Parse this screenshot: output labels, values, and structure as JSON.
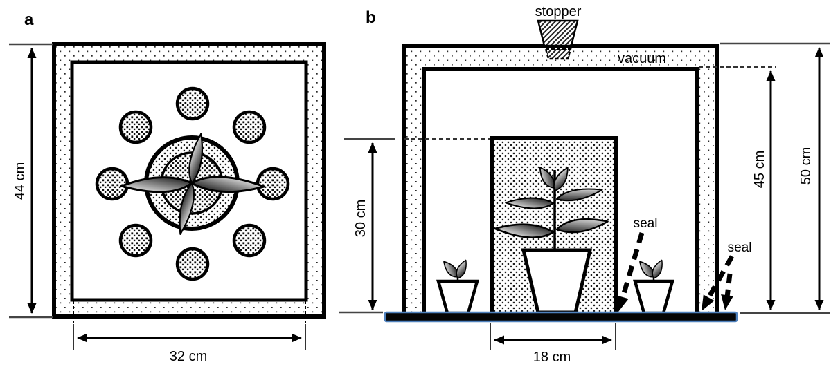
{
  "panel_a": {
    "label": "a",
    "dim_height": "44 cm",
    "dim_width": "32 cm"
  },
  "panel_b": {
    "label": "b",
    "stopper": "stopper",
    "vacuum": "vacuum",
    "dim_chamber_height": "30 cm",
    "dim_chamber_width": "18 cm",
    "dim_inner_height": "45 cm",
    "dim_outer_height": "50 cm",
    "seal_mid": "seal",
    "seal_right": "seal"
  },
  "colors": {
    "ink": "#000000",
    "base_plate_blue": "#4f81bd",
    "leaf_dark": "#0f0f0f",
    "leaf_light": "#e3e3e3"
  }
}
